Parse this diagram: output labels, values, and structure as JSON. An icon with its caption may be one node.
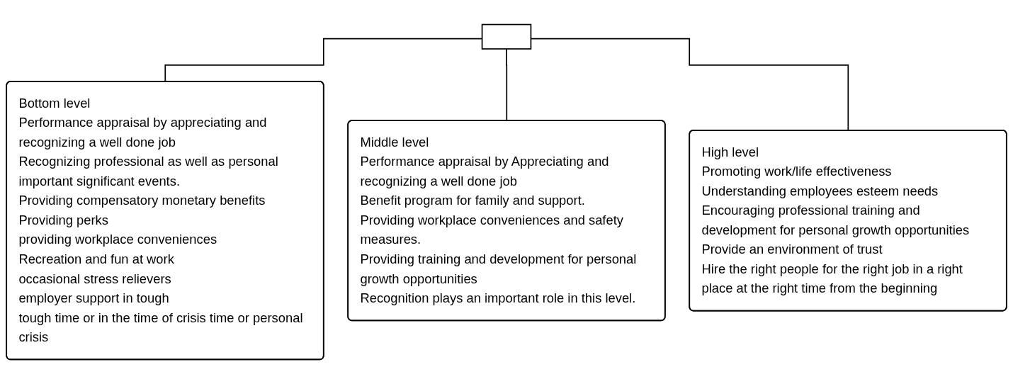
{
  "diagram": {
    "nodes": [
      {
        "text": [],
        "shape": "box"
      },
      {
        "text": [
          "Bottom level",
          "Performance appraisal by appreciating and recognizing a well done job",
          "Recognizing professional as well as personal important significant events.",
          "Providing compensatory monetary benefits",
          "Providing perks",
          "providing workplace conveniences",
          "Recreation and fun at work",
          "occasional stress relievers",
          "employer support in tough",
          "tough time or in the time of crisis time or personal crisis"
        ]
      },
      {
        "text": [
          "Middle level",
          "Performance appraisal by Appreciating and recognizing a well done job",
          "Benefit program for family and support.",
          "Providing workplace conveniences and safety measures.",
          "Providing training and development for personal growth opportunities",
          "Recognition plays an important role in this level."
        ]
      },
      {
        "text": [
          "High level",
          "Promoting work/life effectiveness",
          "Understanding employees esteem needs",
          "Encouraging professional training and development for personal growth opportunities",
          "Provide an environment of trust",
          "Hire the right people for the right job in a right place at the right time from the beginning"
        ]
      }
    ],
    "edges": [
      {
        "from": 0,
        "to": 1,
        "arrow": "none"
      },
      {
        "from": 0,
        "to": 2,
        "arrow": "none"
      },
      {
        "from": 0,
        "to": 3,
        "arrow": "none"
      }
    ]
  }
}
